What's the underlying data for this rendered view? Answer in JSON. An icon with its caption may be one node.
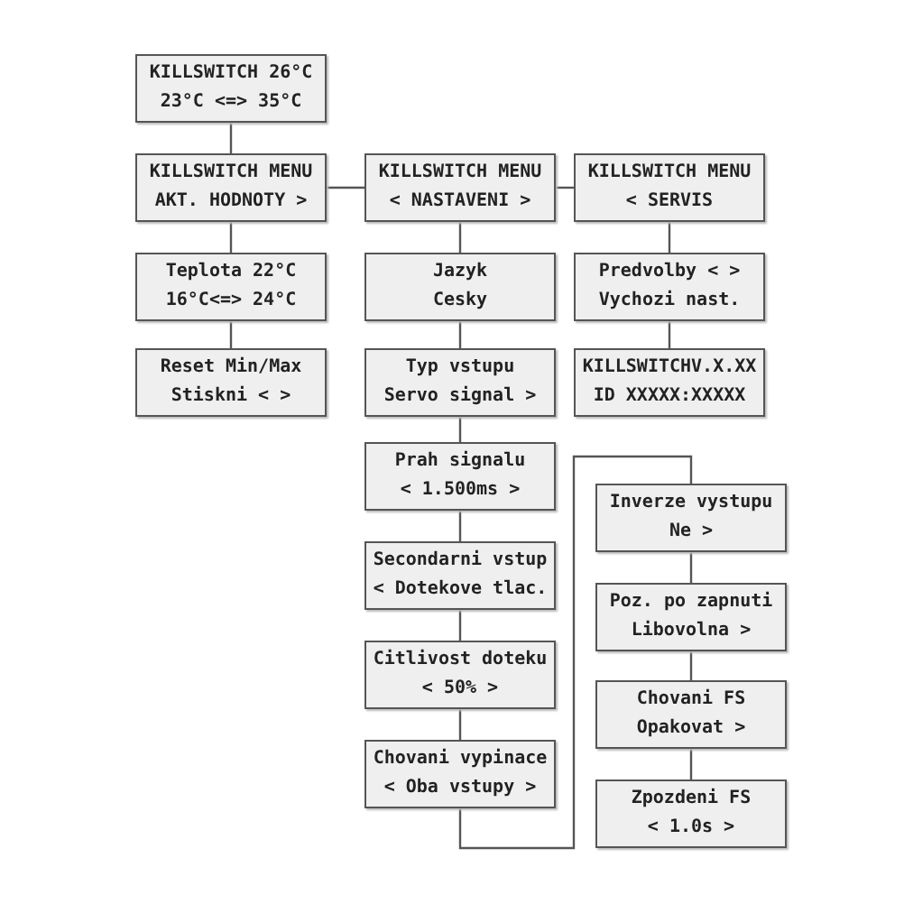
{
  "diagram": {
    "nodes": [
      {
        "text": [
          "KILLSWITCH 26°C",
          "23°C <=> 35°C"
        ]
      },
      {
        "text": [
          "KILLSWITCH MENU",
          "AKT. HODNOTY >"
        ]
      },
      {
        "text": [
          "Teplota 22°C",
          "16°C<=> 24°C"
        ]
      },
      {
        "text": [
          "Reset Min/Max",
          "Stiskni < >"
        ]
      },
      {
        "text": [
          "KILLSWITCH MENU",
          "< NASTAVENI >"
        ]
      },
      {
        "text": [
          "Jazyk",
          "Cesky"
        ]
      },
      {
        "text": [
          "Typ vstupu",
          "Servo signal >"
        ]
      },
      {
        "text": [
          "Prah signalu",
          "< 1.500ms >"
        ]
      },
      {
        "text": [
          "Secondarni vstup",
          "< Dotekove tlac."
        ]
      },
      {
        "text": [
          "Citlivost doteku",
          "< 50% >"
        ]
      },
      {
        "text": [
          "Chovani vypinace",
          "< Oba vstupy >"
        ]
      },
      {
        "text": [
          "KILLSWITCH MENU",
          "< SERVIS"
        ]
      },
      {
        "text": [
          "Predvolby < >",
          "Vychozi nast."
        ]
      },
      {
        "text": [
          "KILLSWITCHV.X.XX",
          "ID XXXXX:XXXXX"
        ]
      },
      {
        "text": [
          "Inverze vystupu",
          "Ne >"
        ]
      },
      {
        "text": [
          "Poz. po zapnuti",
          "Libovolna >"
        ]
      },
      {
        "text": [
          "Chovani FS",
          "Opakovat >"
        ]
      },
      {
        "text": [
          "Zpozdeni FS",
          "< 1.0s >"
        ]
      }
    ],
    "edges": [
      {
        "from": 0,
        "to": 1,
        "arrow": "none"
      },
      {
        "from": 1,
        "to": 2,
        "arrow": "none"
      },
      {
        "from": 2,
        "to": 3,
        "arrow": "none"
      },
      {
        "from": 1,
        "to": 4,
        "arrow": "none"
      },
      {
        "from": 4,
        "to": 11,
        "arrow": "none"
      },
      {
        "from": 4,
        "to": 5,
        "arrow": "none"
      },
      {
        "from": 5,
        "to": 6,
        "arrow": "none"
      },
      {
        "from": 6,
        "to": 7,
        "arrow": "none"
      },
      {
        "from": 7,
        "to": 8,
        "arrow": "none"
      },
      {
        "from": 8,
        "to": 9,
        "arrow": "none"
      },
      {
        "from": 9,
        "to": 10,
        "arrow": "none"
      },
      {
        "from": 10,
        "to": 14,
        "arrow": "none"
      },
      {
        "from": 11,
        "to": 12,
        "arrow": "none"
      },
      {
        "from": 12,
        "to": 13,
        "arrow": "none"
      },
      {
        "from": 14,
        "to": 15,
        "arrow": "none"
      },
      {
        "from": 15,
        "to": 16,
        "arrow": "none"
      },
      {
        "from": 16,
        "to": 17,
        "arrow": "none"
      }
    ]
  }
}
